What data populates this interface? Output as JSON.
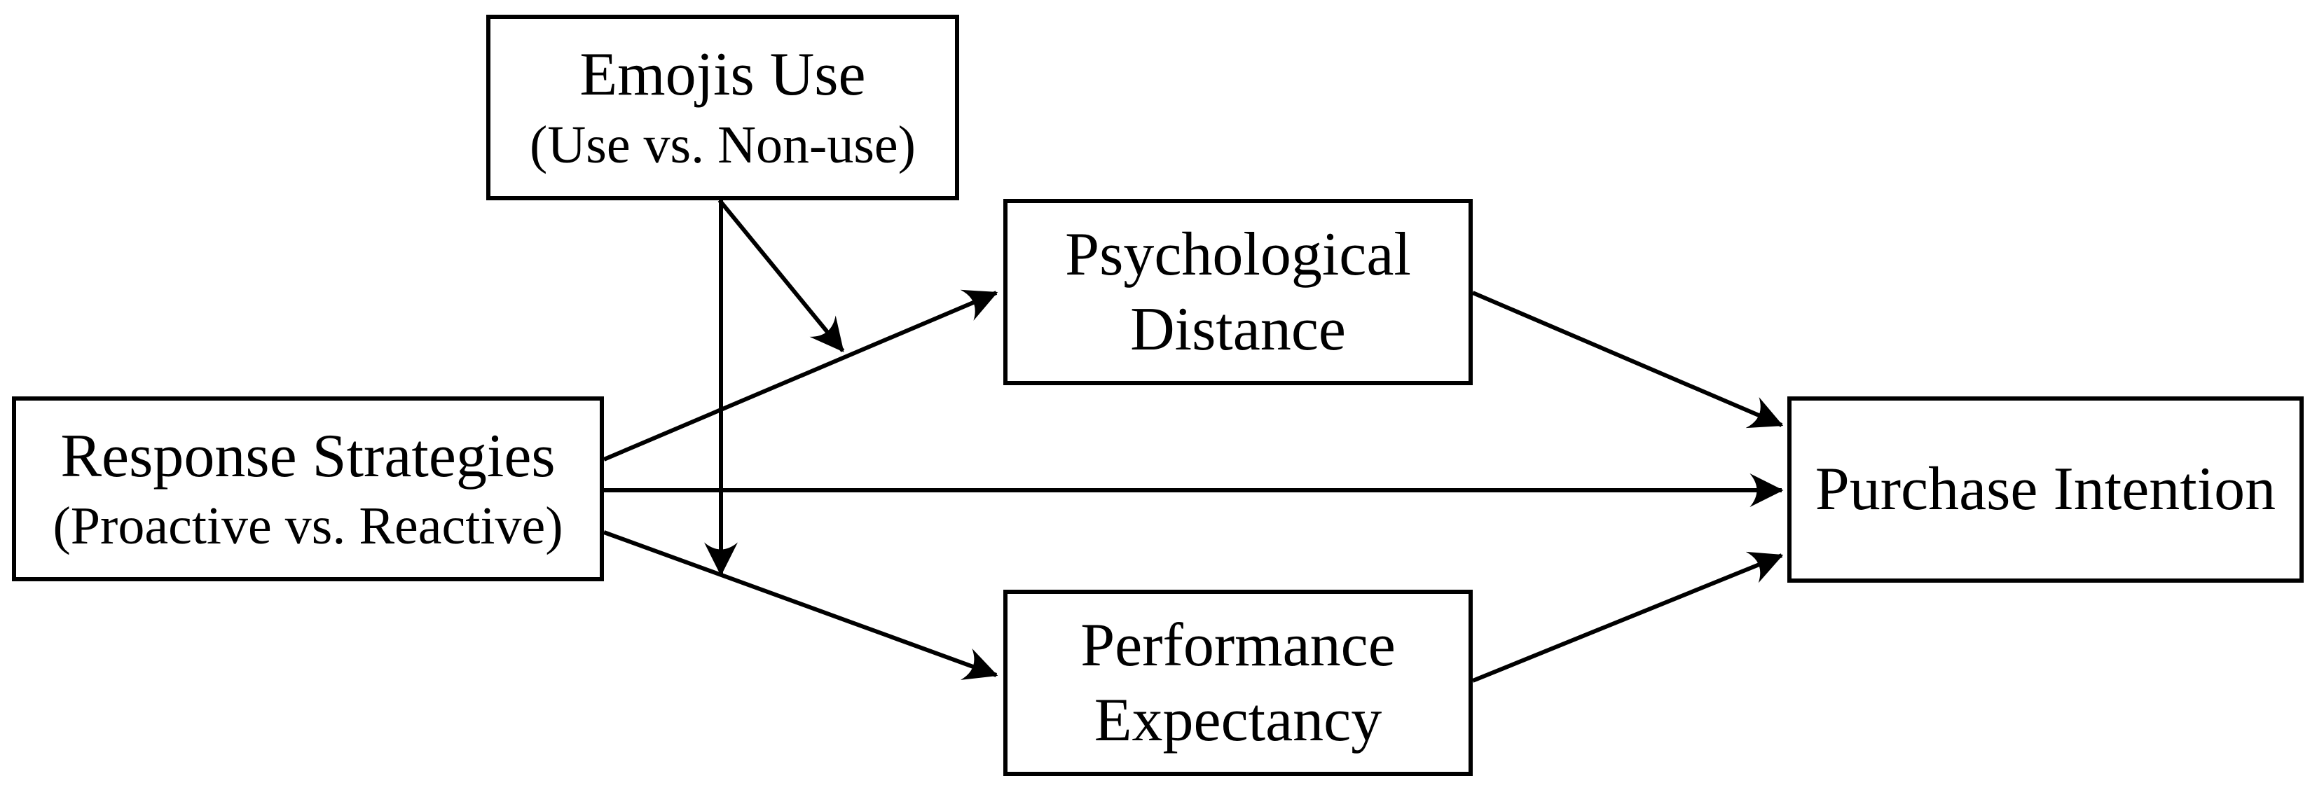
{
  "diagram": {
    "type": "conceptual-model",
    "colors": {
      "line": "#000000",
      "box_border": "#000000",
      "box_fill": "#ffffff",
      "text": "#000000",
      "background": "#ffffff"
    },
    "nodes": {
      "emojis": {
        "line1": "Emojis Use",
        "line2": "(Use vs. Non-use)"
      },
      "response": {
        "line1": "Response Strategies",
        "line2": "(Proactive vs. Reactive)"
      },
      "psych": {
        "line1": "Psychological",
        "line2": "Distance"
      },
      "perf": {
        "line1": "Performance",
        "line2": "Expectancy"
      },
      "purchase": {
        "line1": "Purchase Intention"
      }
    },
    "edges": [
      {
        "from": "Response Strategies",
        "to": "Psychological Distance",
        "type": "direct"
      },
      {
        "from": "Response Strategies",
        "to": "Purchase Intention",
        "type": "direct"
      },
      {
        "from": "Response Strategies",
        "to": "Performance Expectancy",
        "type": "direct"
      },
      {
        "from": "Psychological Distance",
        "to": "Purchase Intention",
        "type": "direct"
      },
      {
        "from": "Performance Expectancy",
        "to": "Purchase Intention",
        "type": "direct"
      },
      {
        "from": "Emojis Use",
        "to": "Response Strategies → Psychological Distance path",
        "type": "moderation"
      },
      {
        "from": "Emojis Use",
        "to": "Response Strategies → Performance Expectancy path",
        "type": "moderation"
      }
    ]
  }
}
